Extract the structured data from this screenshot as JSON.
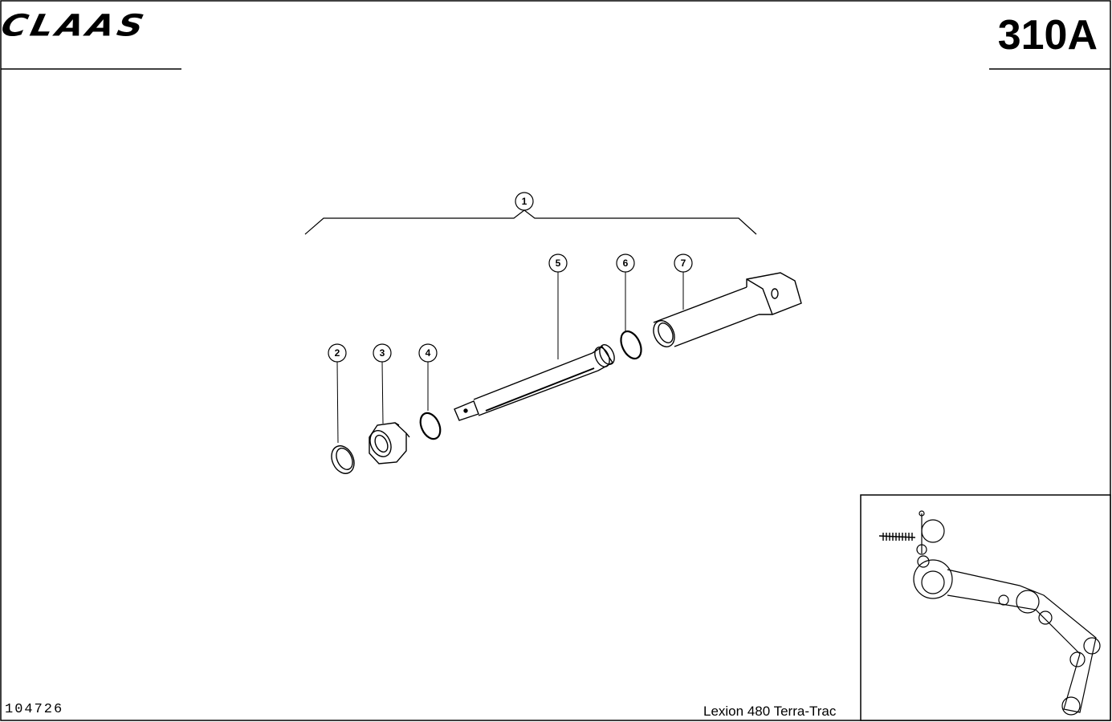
{
  "header": {
    "brand": "CLAAS",
    "page_number": "310A"
  },
  "footer": {
    "drawing_number": "104726",
    "machine_model": "Lexion 480 Terra-Trac"
  },
  "callouts": {
    "c1": "1",
    "c2": "2",
    "c3": "3",
    "c4": "4",
    "c5": "5",
    "c6": "6",
    "c7": "7"
  }
}
